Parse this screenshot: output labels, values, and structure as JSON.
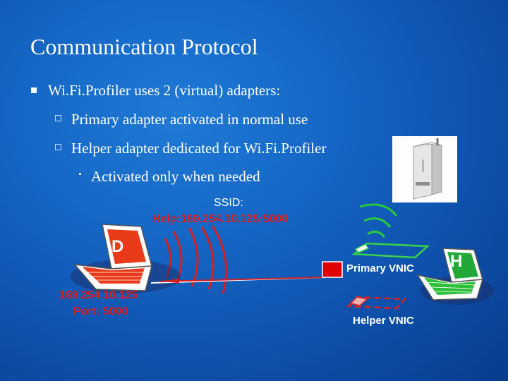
{
  "slide": {
    "title": "Communication Protocol",
    "bullets": [
      {
        "level": 1,
        "text": "Wi.Fi.Profiler uses 2 (virtual) adapters:"
      },
      {
        "level": 2,
        "text": "Primary adapter activated in normal use"
      },
      {
        "level": 2,
        "text": "Helper adapter dedicated for Wi.Fi.Profiler"
      },
      {
        "level": 3,
        "text": "Activated only when needed"
      }
    ]
  },
  "diagram": {
    "ssid_label": "SSID:",
    "ssid_value": "Help:169.254.10.125:5000",
    "left_node_letter": "D",
    "right_node_letter": "H",
    "left_ip": "169.254.10.125",
    "left_port": "Port: 5000",
    "primary_vnic_label": "Primary VNIC",
    "helper_vnic_label": "Helper VNIC"
  },
  "colors": {
    "background": "#1565c4",
    "highlight_red": "#d42020",
    "signal_green": "#28c840"
  },
  "icons": [
    "laptop-red",
    "laptop-green",
    "wifi-router",
    "network-card"
  ]
}
